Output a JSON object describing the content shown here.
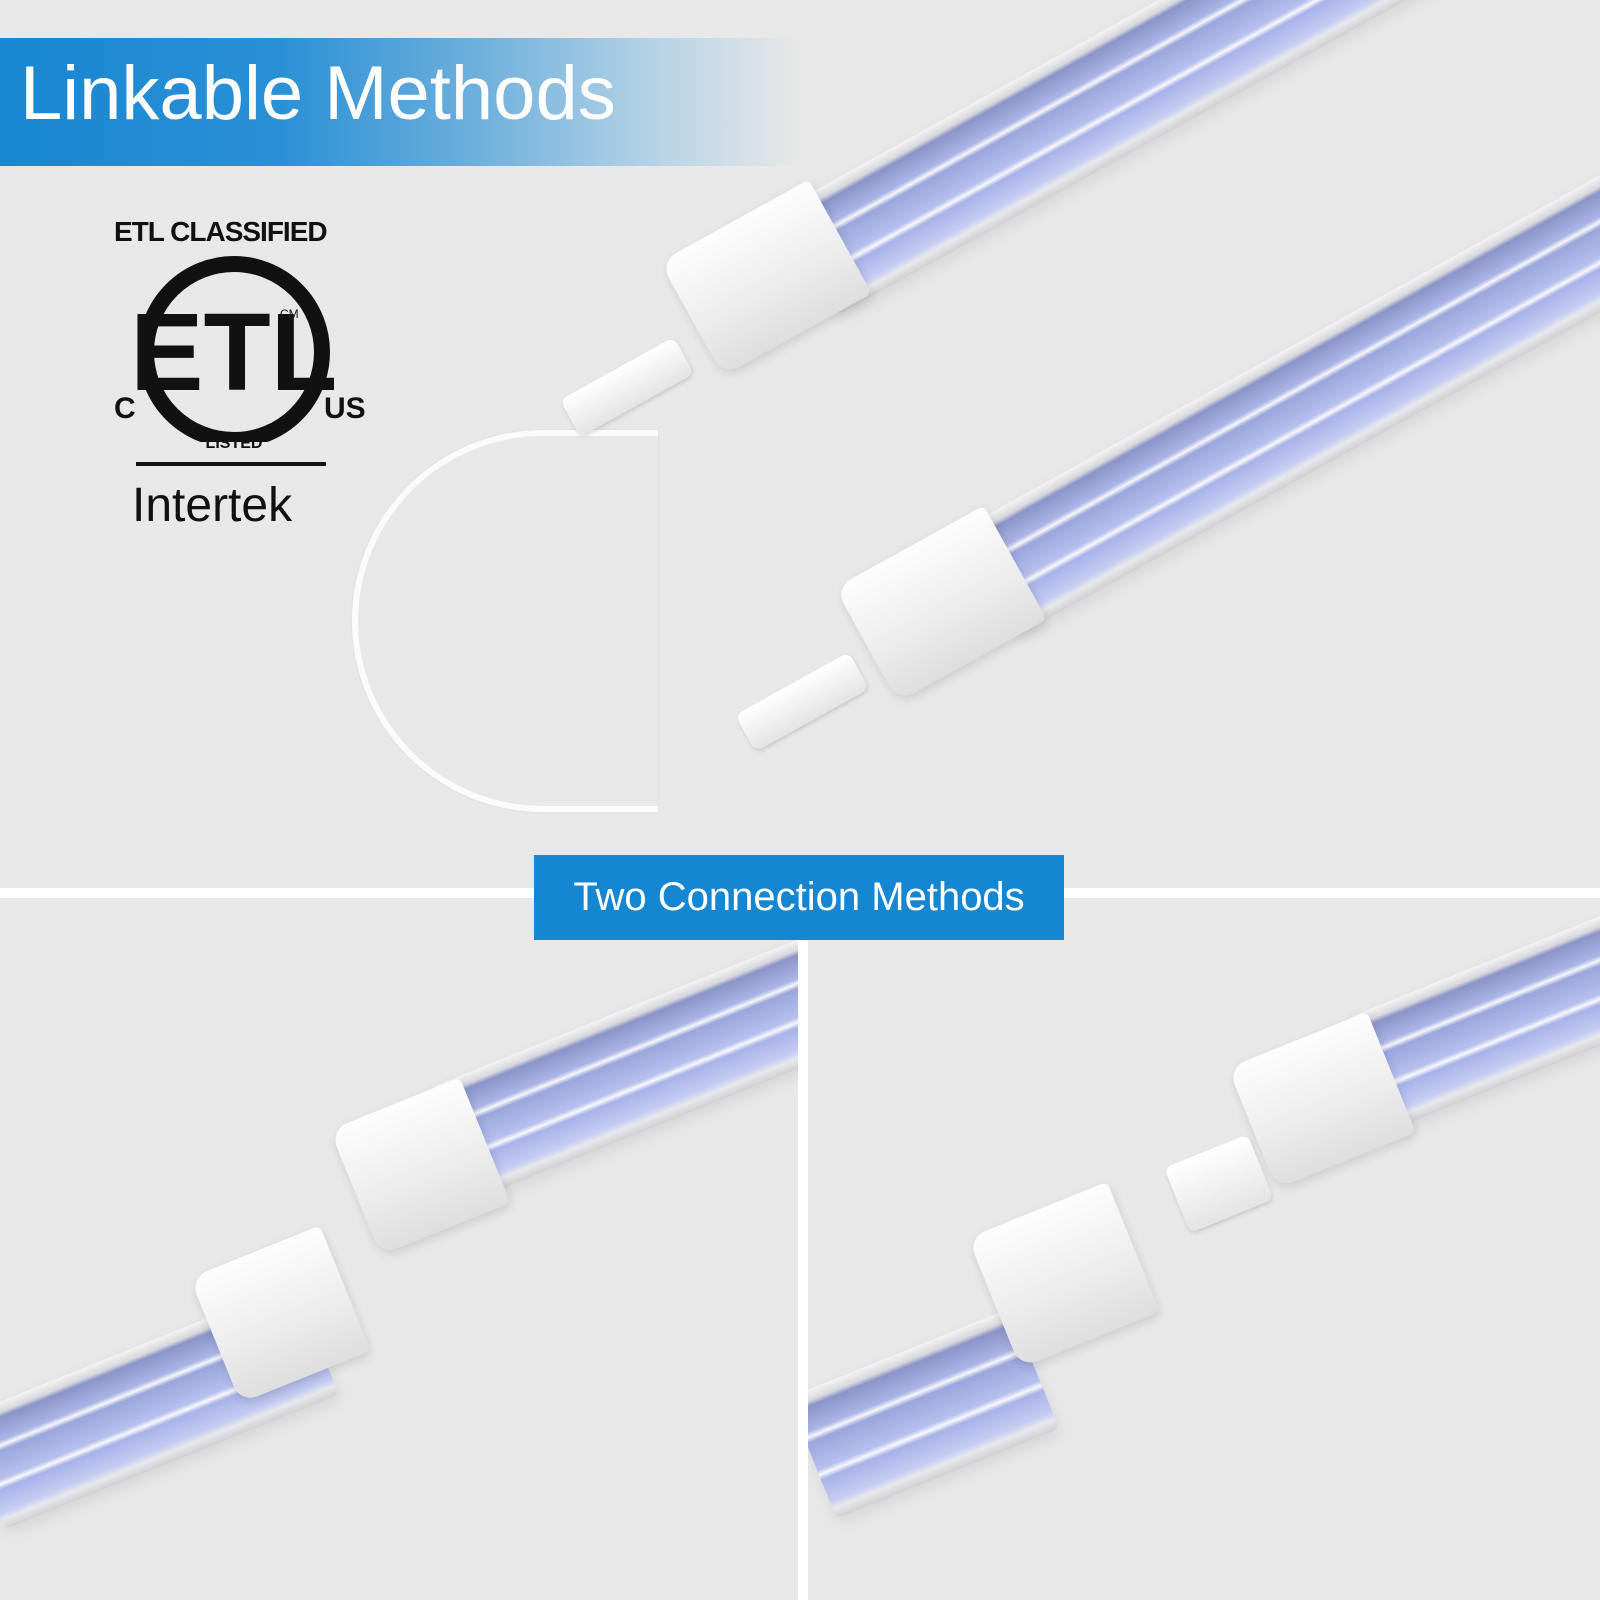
{
  "header": {
    "title": "Linkable Methods",
    "banner_color": "#1886d2"
  },
  "certification": {
    "top_label": "ETL CLASSIFIED",
    "mark": "ETL",
    "cm_mark": "CM",
    "left_label": "C",
    "right_label": "US",
    "ring_label": "LISTED",
    "brand": "Intertek"
  },
  "subheader": {
    "label": "Two Connection Methods",
    "color": "#1587d2"
  },
  "panels": {
    "top": {
      "description": "Two LED tubes linked by a white connecting cable"
    },
    "bottom_left": {
      "description": "Two LED tubes joined end-to-end directly"
    },
    "bottom_right": {
      "description": "Two LED tubes with end connector separated"
    }
  },
  "colors": {
    "background": "#e8e8e8",
    "divider": "#ffffff",
    "led_chip": "#f3e58a",
    "tube_blue": "#aab4e6"
  }
}
